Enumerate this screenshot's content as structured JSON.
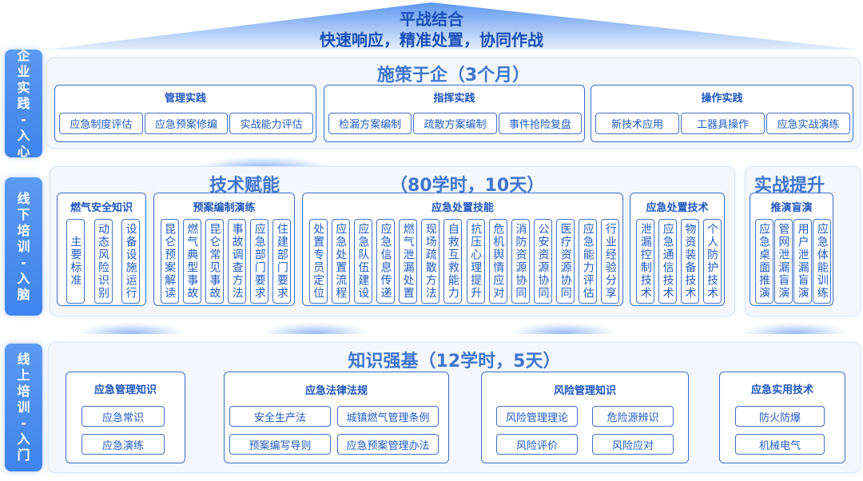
{
  "header": {
    "title": "平战结合",
    "subtitle": "快速响应，精准处置，协同作战"
  },
  "tabs": [
    {
      "chars": [
        "企",
        "业",
        "实",
        "践",
        "-",
        "入",
        "心"
      ]
    },
    {
      "chars": [
        "线",
        "下",
        "培",
        "训",
        "-",
        "入",
        "脑"
      ]
    },
    {
      "chars": [
        "线",
        "上",
        "培",
        "训",
        "-",
        "入",
        "门"
      ]
    }
  ],
  "enterprise": {
    "title": "施策于企（3个月）",
    "groups": [
      {
        "title": "管理实践",
        "items": [
          "应急制度评估",
          "应急预案修编",
          "实战能力评估"
        ]
      },
      {
        "title": "指挥实践",
        "items": [
          "检漏方案编制",
          "疏散方案编制",
          "事件抢险复盘"
        ]
      },
      {
        "title": "操作实践",
        "items": [
          "新技术应用",
          "工器具操作",
          "应急实战演练"
        ]
      }
    ]
  },
  "offline": {
    "title_a": "技术赋能",
    "title_b": "（80学时，10天）",
    "title_c": "实战提升",
    "groups": [
      {
        "title": "燃气安全知识",
        "items": [
          "主要标准",
          "动态风险识别",
          "设备设施运行"
        ]
      },
      {
        "title": "预案编制演练",
        "items": [
          "昆仑预案解读",
          "燃气典型事故",
          "昆仑常见事故",
          "事故调查方法",
          "应急部门要求",
          "住建部门要求"
        ]
      },
      {
        "title": "应急处置技能",
        "items": [
          "处置专员定位",
          "应急处置流程",
          "应急队伍建设",
          "应急信息传递",
          "燃气泄漏处置",
          "现场疏散方法",
          "自救互救能力",
          "抗压心理提升",
          "危机舆情应对",
          "消防资源协同",
          "公安资源协同",
          "医疗资源协同",
          "应急能力评估",
          "行业经验分享"
        ]
      },
      {
        "title": "应急处置技术",
        "items": [
          "泄漏控制技术",
          "应急通信技术",
          "物资装备技术",
          "个人防护技术"
        ]
      },
      {
        "title": "推演盲演",
        "items": [
          "应急桌面推演",
          "管网泄漏盲演",
          "用户泄漏盲演",
          "应急体能训练"
        ]
      }
    ]
  },
  "online": {
    "title": "知识强基（12学时，5天）",
    "groups": [
      {
        "title": "应急管理知识",
        "items": [
          "应急常识",
          "应急演练"
        ]
      },
      {
        "title": "应急法律法规",
        "items": [
          "安全生产法",
          "城镇燃气管理条例",
          "预案编写导则",
          "应急预案管理办法"
        ]
      },
      {
        "title": "风险管理知识",
        "items": [
          "风险管理理论",
          "危险源辨识",
          "风险评价",
          "风险应对"
        ]
      },
      {
        "title": "应急实用技术",
        "items": [
          "防火防爆",
          "机械电气"
        ]
      }
    ]
  }
}
